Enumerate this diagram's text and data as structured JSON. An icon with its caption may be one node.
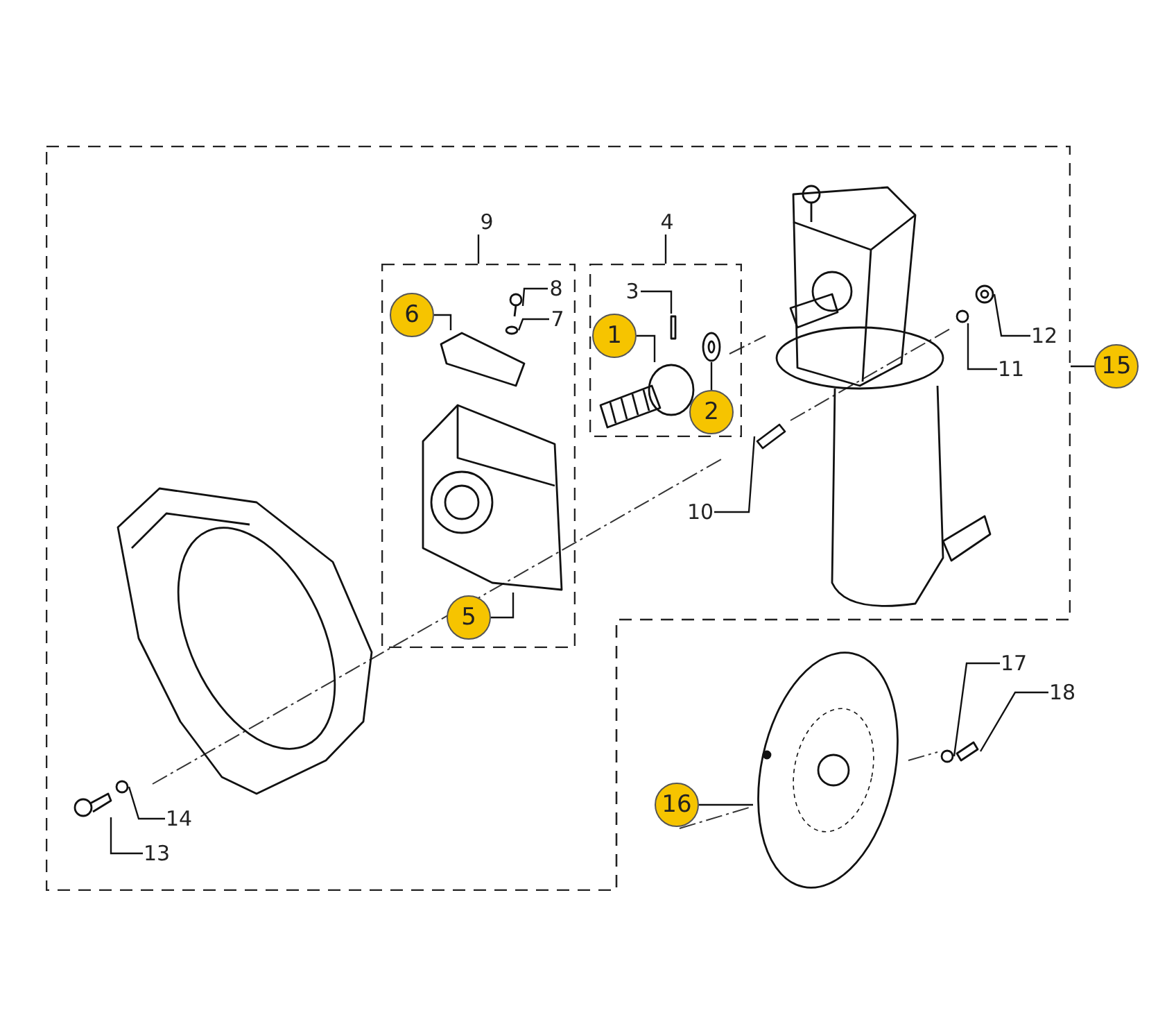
{
  "diagram": {
    "nodes": [
      {
        "text": [],
        "shape": "box"
      },
      {
        "text": [],
        "shape": "box",
        "in": 0
      },
      {
        "text": [],
        "shape": "box",
        "in": 0
      },
      {
        "text": [
          "9"
        ],
        "in": 0
      },
      {
        "text": [
          "4"
        ],
        "in": 0
      },
      {
        "text": [
          "8"
        ],
        "in": 1
      },
      {
        "text": [
          "3"
        ],
        "in": 2
      },
      {
        "text": [
          "6"
        ],
        "in": 1
      },
      {
        "text": [
          "1"
        ],
        "in": 2
      },
      {
        "text": [
          "7"
        ],
        "in": 1
      },
      {
        "text": [
          "12"
        ],
        "in": 0
      },
      {
        "text": [
          "2"
        ],
        "in": 2
      },
      {
        "text": [
          "11"
        ],
        "in": 0
      },
      {
        "text": [
          "15"
        ]
      },
      {
        "text": [
          "10"
        ],
        "in": 0
      },
      {
        "text": [
          "5"
        ],
        "in": 1
      },
      {
        "text": [
          "17"
        ]
      },
      {
        "text": [
          "18"
        ]
      },
      {
        "text": [
          "16"
        ]
      },
      {
        "text": [
          "14"
        ],
        "in": 0
      },
      {
        "text": [
          "13"
        ],
        "in": 0
      },
      {
        "text": [],
        "shape": "circle",
        "in": 1
      },
      {
        "text": [],
        "shape": "bar",
        "in": 2
      },
      {
        "text": [],
        "shape": "picture",
        "in": 1
      },
      {
        "text": [],
        "shape": "picture",
        "in": 2
      },
      {
        "text": [],
        "shape": "circle",
        "in": 1
      },
      {
        "text": [],
        "shape": "picture",
        "in": 0
      },
      {
        "text": [],
        "shape": "picture",
        "in": 2
      },
      {
        "text": [],
        "shape": "circle",
        "in": 0
      },
      {
        "text": [],
        "shape": "picture",
        "in": 0
      },
      {
        "text": [],
        "shape": "picture",
        "in": 1
      },
      {
        "text": [],
        "shape": "picture"
      },
      {
        "text": [],
        "shape": "circle"
      },
      {
        "text": [],
        "shape": "picture"
      },
      {
        "text": [],
        "shape": "circle",
        "in": 0
      },
      {
        "text": [],
        "shape": "picture",
        "in": 0
      }
    ],
    "edges": [
      {
        "from": 3,
        "to": 1,
        "arrow": "none"
      },
      {
        "from": 4,
        "to": 2,
        "arrow": "none"
      },
      {
        "from": 5,
        "to": 21,
        "arrow": "none"
      },
      {
        "from": 6,
        "to": 22,
        "arrow": "none"
      },
      {
        "from": 7,
        "to": 23,
        "arrow": "none"
      },
      {
        "from": 8,
        "to": 24,
        "arrow": "none"
      },
      {
        "from": 9,
        "to": 25,
        "arrow": "none"
      },
      {
        "from": 10,
        "to": 26,
        "arrow": "none"
      },
      {
        "from": 11,
        "to": 27,
        "arrow": "none"
      },
      {
        "from": 12,
        "to": 28,
        "arrow": "none"
      },
      {
        "from": 13,
        "to": 0,
        "arrow": "none"
      },
      {
        "from": 14,
        "to": 29,
        "arrow": "none"
      },
      {
        "from": 15,
        "to": 30,
        "arrow": "none"
      },
      {
        "from": 16,
        "to": 32,
        "arrow": "none"
      },
      {
        "from": 17,
        "to": 33,
        "arrow": "none"
      },
      {
        "from": 18,
        "to": 31,
        "arrow": "none"
      },
      {
        "from": 19,
        "to": 34,
        "arrow": "none"
      },
      {
        "from": 20,
        "to": 35,
        "arrow": "none"
      }
    ]
  }
}
